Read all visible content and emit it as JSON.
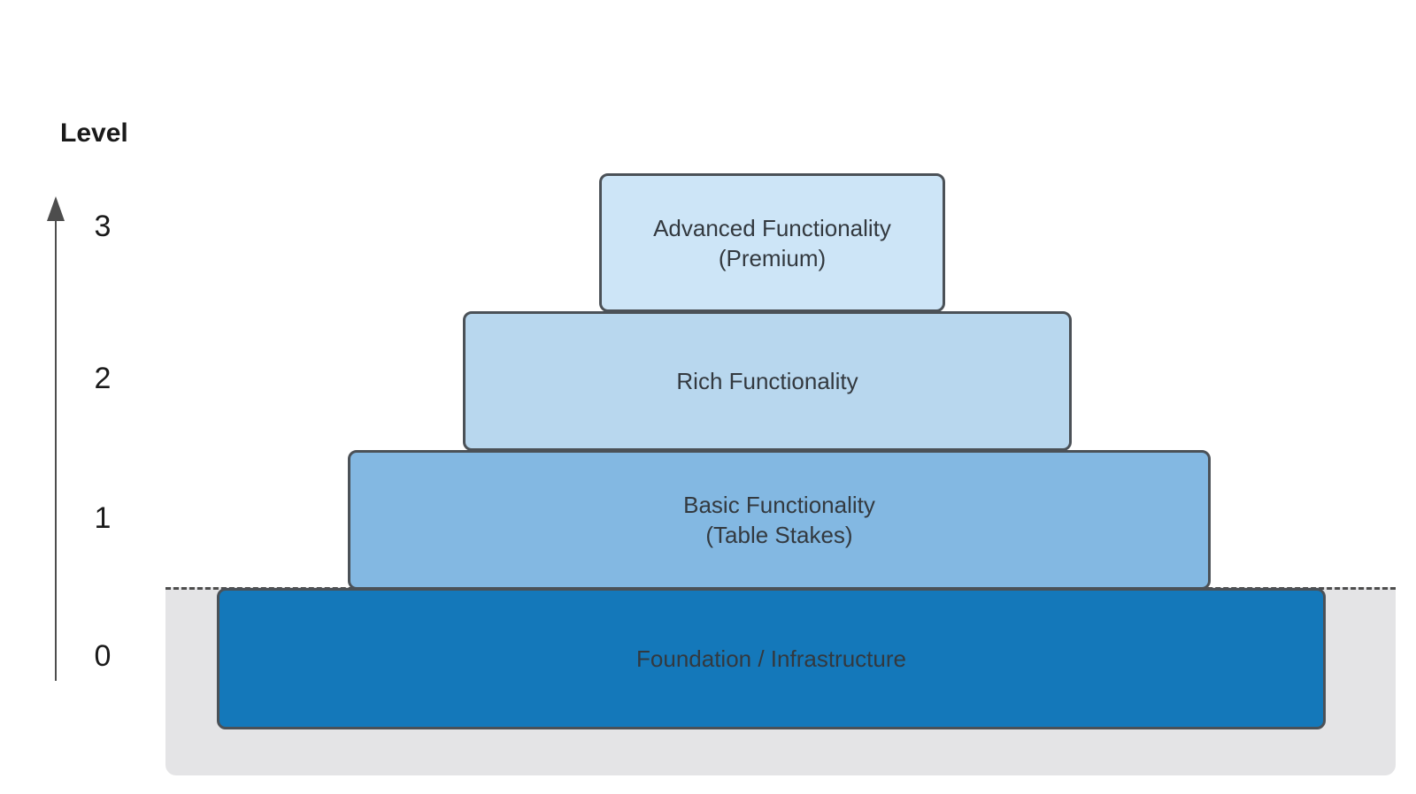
{
  "diagram": {
    "axis": {
      "title": "Level",
      "ticks": [
        "3",
        "2",
        "1",
        "0"
      ]
    },
    "levels": [
      {
        "level": "3",
        "label": "Advanced Functionality\n(Premium)",
        "fill": "#cde5f7"
      },
      {
        "level": "2",
        "label": "Rich Functionality",
        "fill": "#b8d7ee"
      },
      {
        "level": "1",
        "label": "Basic Functionality\n(Table Stakes)",
        "fill": "#83b8e2"
      },
      {
        "level": "0",
        "label": "Foundation / Infrastructure",
        "fill": "#1478ba"
      }
    ],
    "colors": {
      "box_border": "#4b5157",
      "box_text": "#33393f",
      "base_band": "#e4e4e6",
      "dashed_line": "#4d4d4d",
      "axis": "#4d4d4d"
    }
  }
}
